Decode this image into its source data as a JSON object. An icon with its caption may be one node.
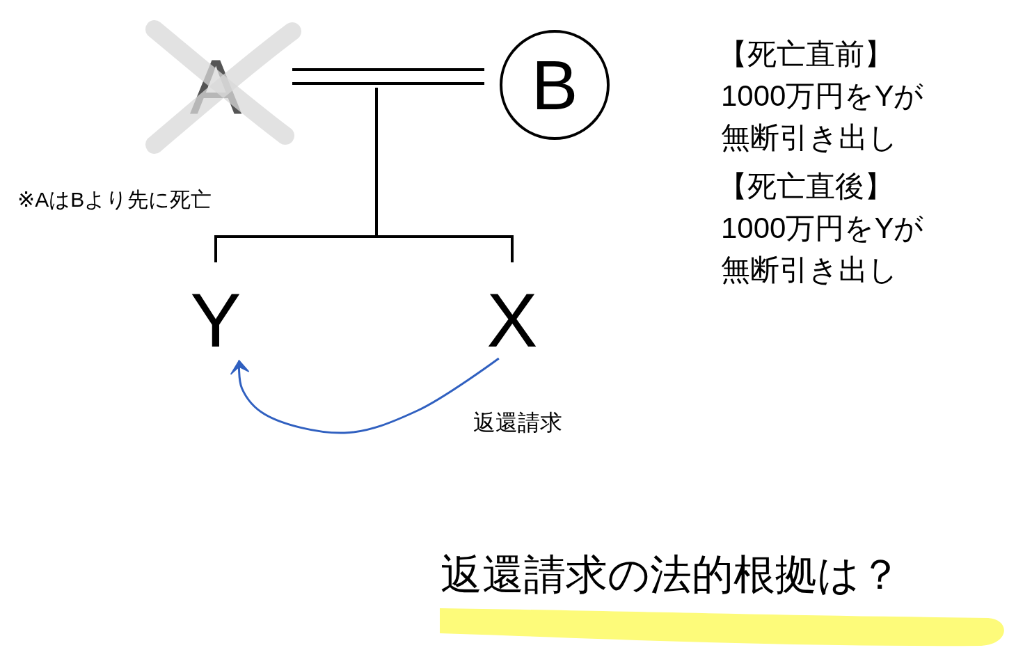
{
  "diagram": {
    "nodes": [
      {
        "text": [
          "A"
        ]
      },
      {
        "text": [
          "B"
        ]
      },
      {
        "text": [
          "Y"
        ]
      },
      {
        "text": [
          "X"
        ]
      }
    ],
    "edges": [
      {
        "from": 0,
        "to": 1,
        "arrow": "none"
      },
      {
        "from": null,
        "to": 2,
        "arrow": "none"
      },
      {
        "from": null,
        "to": 3,
        "arrow": "none"
      },
      {
        "from": 3,
        "to": 2,
        "arrow": "to",
        "label": "返還請求",
        "color": "#3060c0"
      }
    ],
    "labels": [
      "【死亡直前】",
      "1000万円をYが無断引き出し",
      "【死亡直後】",
      "1000万円をYが無断引き出し",
      "※AはBより先に死亡",
      "返還請求の法的根拠は？"
    ]
  }
}
